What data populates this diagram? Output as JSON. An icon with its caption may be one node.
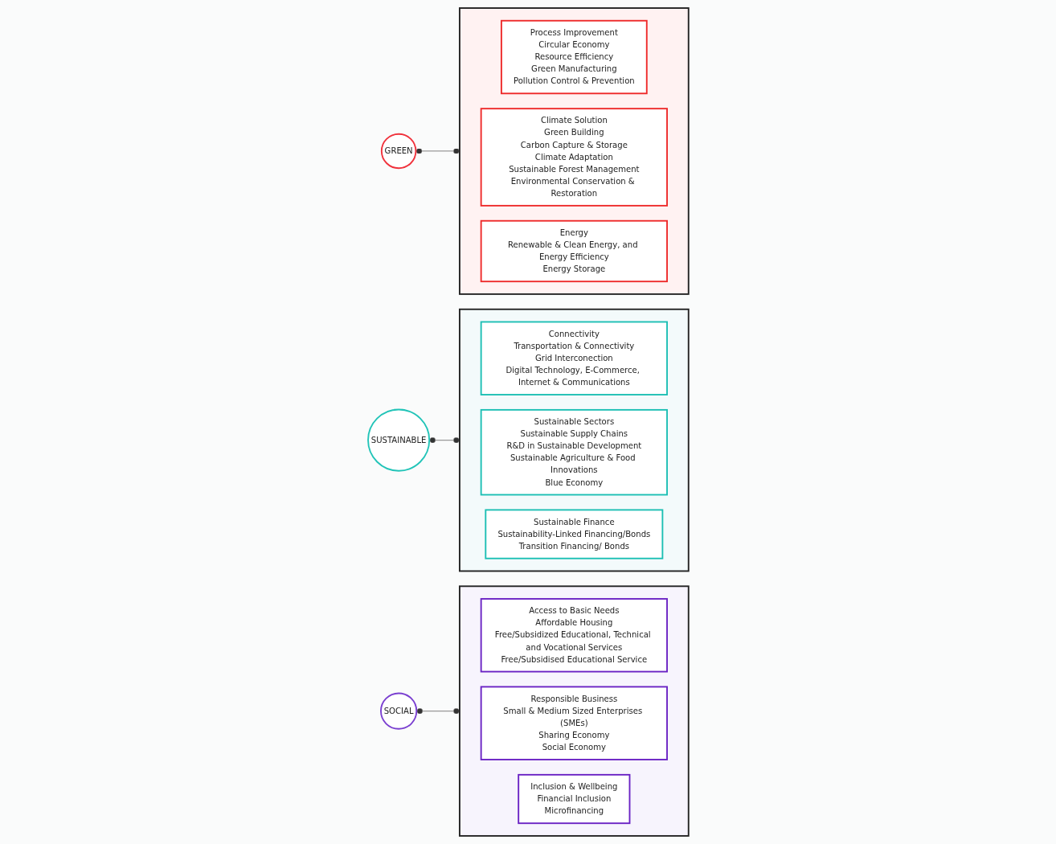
{
  "diagram": {
    "nodes": [
      {
        "text": [
          "GREEN"
        ]
      },
      {
        "text": [
          "SUSTAINABLE"
        ]
      },
      {
        "text": [
          "SOCIAL"
        ]
      },
      {
        "text": [],
        "shape": "box"
      },
      {
        "text": [
          "Process Improvement",
          "Circular Economy",
          "Resource Efficiency",
          "Green Manufacturing",
          "Pollution Control & Prevention"
        ],
        "in": 3
      },
      {
        "text": [
          "Climate Solution",
          "Green Building",
          "Carbon Capture & Storage",
          "Climate Adaptation",
          "Sustainable Forest Management",
          "Environmental Conservation & Restoration"
        ],
        "in": 3
      },
      {
        "text": [
          "Energy",
          "Renewable & Clean Energy, and Energy Efficiency",
          "Energy Storage"
        ],
        "in": 3
      },
      {
        "text": [],
        "shape": "box"
      },
      {
        "text": [
          "Connectivity",
          "Transportation & Connectivity",
          "Grid Interconection",
          "Digital Technology, E-Commerce, Internet & Communications"
        ],
        "in": 7
      },
      {
        "text": [
          "Sustainable Sectors",
          "Sustainable Supply Chains",
          "R&D in Sustainable Development",
          "Sustainable Agriculture & Food Innovations",
          "Blue Economy"
        ],
        "in": 7
      },
      {
        "text": [
          "Sustainable Finance",
          "Sustainability-Linked Financing/Bonds",
          "Transition Financing/ Bonds"
        ],
        "in": 7
      },
      {
        "text": [],
        "shape": "box"
      },
      {
        "text": [
          "Access to Basic Needs",
          "Affordable Housing",
          "Free/Subsidized Educational, Technical and Vocational Services",
          "Free/Subsidised Educational Service"
        ],
        "in": 11
      },
      {
        "text": [
          "Responsible Business",
          "Small & Medium Sized Enterprises (SMEs)",
          "Sharing Economy",
          "Social Economy"
        ],
        "in": 11
      },
      {
        "text": [
          "Inclusion & Wellbeing",
          "Financial Inclusion",
          "Microfinancing"
        ],
        "in": 11
      }
    ],
    "edges": [
      {
        "from": 0,
        "to": 3,
        "arrow": "other"
      },
      {
        "from": 1,
        "to": 7,
        "arrow": "other"
      },
      {
        "from": 2,
        "to": 11,
        "arrow": "other"
      }
    ]
  }
}
